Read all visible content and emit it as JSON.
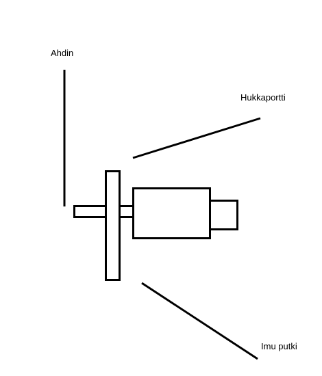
{
  "labels": {
    "compressor": "Ahdin",
    "wastegate": "Hukkaportti",
    "intake_pipe": "Imu putki"
  },
  "colors": {
    "background": "#ffffff",
    "stroke": "#000000"
  }
}
